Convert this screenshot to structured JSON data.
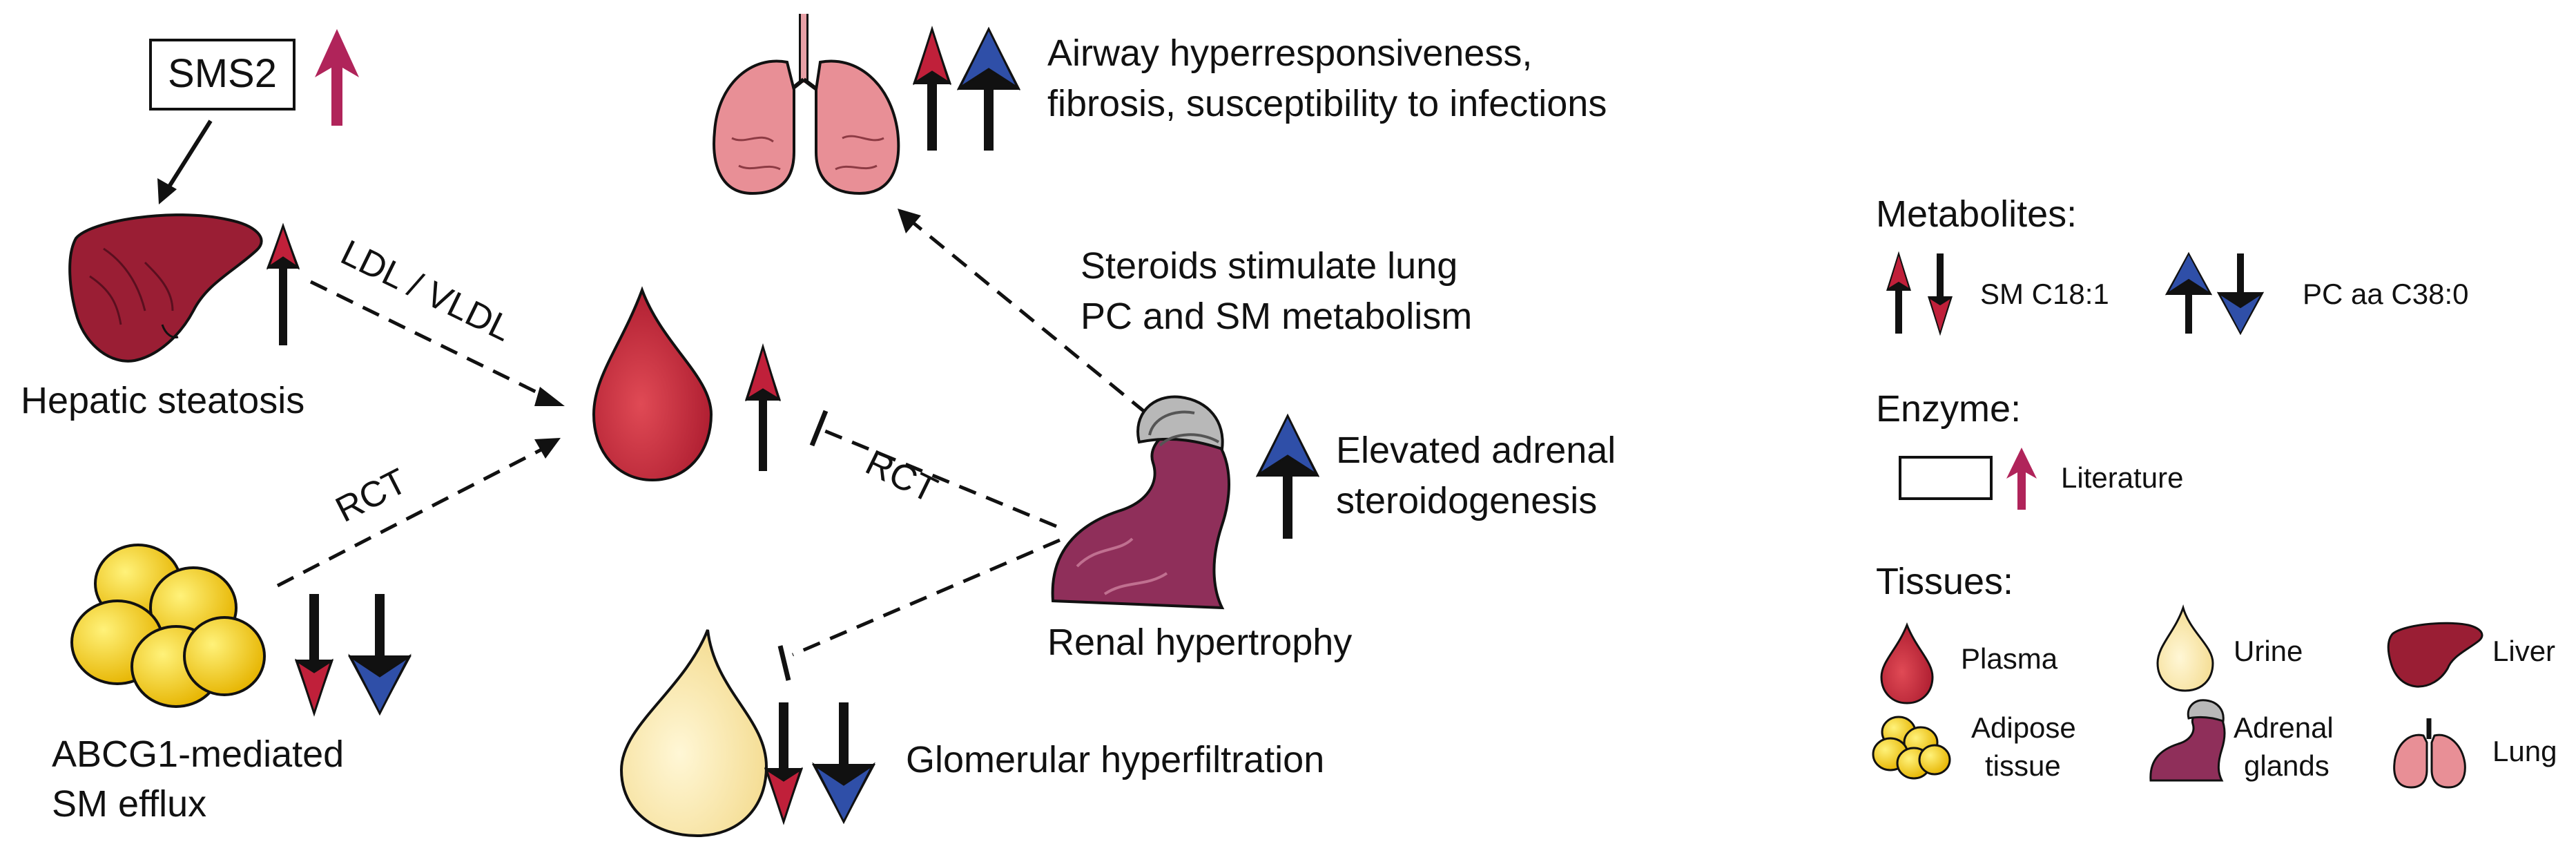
{
  "colors": {
    "sm_red": "#c0203a",
    "pc_blue": "#2f4fa8",
    "literature_magenta": "#b0245a",
    "plasma": "#c32a3a",
    "urine": "#fbe6a6",
    "liver": "#9a1e34",
    "adipose": "#f5c800",
    "lung": "#e88f96",
    "adrenal_gray": "#8a8a8a",
    "kidney": "#8f2f5a"
  },
  "enzyme_box": {
    "label": "SMS2"
  },
  "organs": {
    "liver": {
      "caption": "Hepatic steatosis"
    },
    "adipose": {
      "caption_line1": "ABCG1-mediated",
      "caption_line2": "SM efflux"
    },
    "lung": {
      "caption_line1": "Airway hyperresponsiveness,",
      "caption_line2": "fibrosis, susceptibility to infections"
    },
    "kidney": {
      "caption": "Renal hypertrophy"
    },
    "adrenal": {
      "caption_line1": "Elevated adrenal",
      "caption_line2": "steroidogenesis"
    },
    "urine": {
      "caption": "Glomerular hyperfiltration"
    }
  },
  "annotations": {
    "ldl_vldl": "LDL / VLDL",
    "rct_left": "RCT",
    "rct_right": "RCT",
    "steroids_line1": "Steroids stimulate lung",
    "steroids_line2": "PC and SM metabolism"
  },
  "legend": {
    "metabolites_title": "Metabolites:",
    "sm_label": "SM C18:1",
    "pc_label": "PC aa C38:0",
    "enzyme_title": "Enzyme:",
    "literature_label": "Literature",
    "tissues_title": "Tissues:",
    "tissues": {
      "plasma": "Plasma",
      "urine": "Urine",
      "liver": "Liver",
      "adipose_line1": "Adipose",
      "adipose_line2": "tissue",
      "adrenal_line1": "Adrenal",
      "adrenal_line2": "glands",
      "lung": "Lung"
    }
  }
}
